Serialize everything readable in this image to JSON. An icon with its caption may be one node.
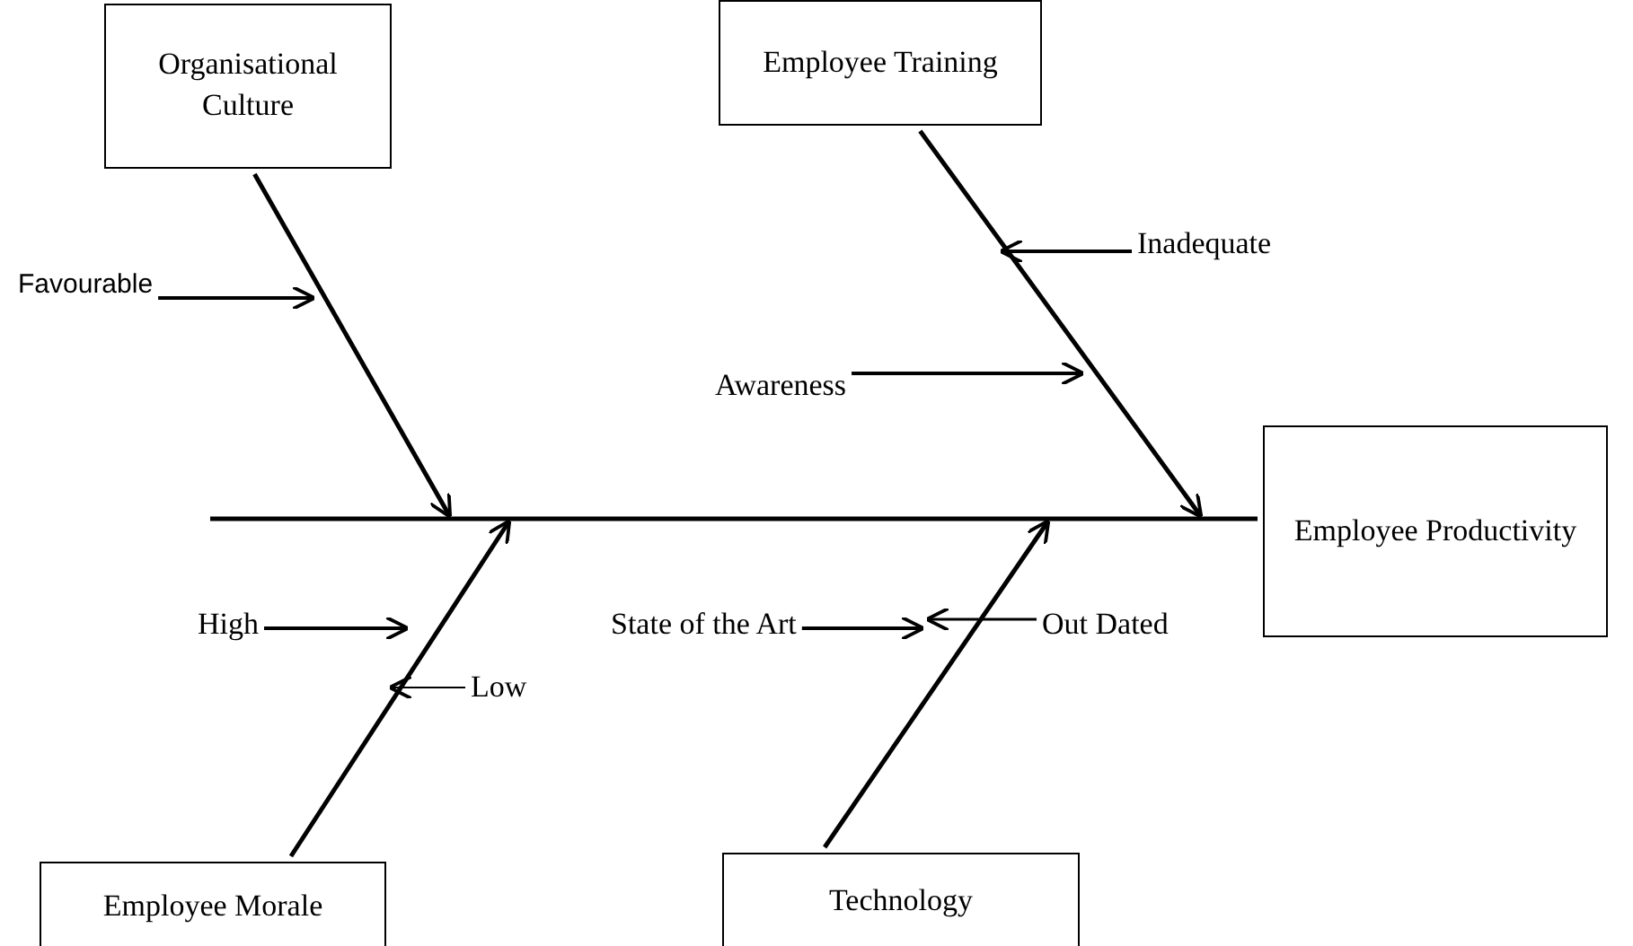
{
  "diagram": {
    "nodes": [
      {
        "text": [
          "Organisational Culture"
        ]
      },
      {
        "text": [
          "Employee Training"
        ]
      },
      {
        "text": [
          "Employee Productivity"
        ]
      },
      {
        "text": [
          "Employee Morale"
        ]
      },
      {
        "text": [
          "Technology"
        ]
      },
      {
        "text": [
          "Favourable"
        ]
      },
      {
        "text": [
          "Inadequate"
        ]
      },
      {
        "text": [
          "Awareness"
        ]
      },
      {
        "text": [
          "High"
        ]
      },
      {
        "text": [
          "Low"
        ]
      },
      {
        "text": [
          "State of the Art"
        ]
      },
      {
        "text": [
          "Out Dated"
        ]
      }
    ],
    "edges": [
      {
        "from": null,
        "to": 2,
        "arrow": "none"
      },
      {
        "from": 0,
        "to": null,
        "arrow": "to"
      },
      {
        "from": 1,
        "to": null,
        "arrow": "to"
      },
      {
        "from": 3,
        "to": null,
        "arrow": "to"
      },
      {
        "from": 4,
        "to": null,
        "arrow": "to"
      },
      {
        "from": 5,
        "to": null,
        "arrow": "to"
      },
      {
        "from": 6,
        "to": null,
        "arrow": "to"
      },
      {
        "from": 7,
        "to": null,
        "arrow": "to"
      },
      {
        "from": 8,
        "to": null,
        "arrow": "to"
      },
      {
        "from": 9,
        "to": null,
        "arrow": "to"
      },
      {
        "from": 10,
        "to": null,
        "arrow": "to"
      },
      {
        "from": 11,
        "to": null,
        "arrow": "to"
      }
    ]
  }
}
